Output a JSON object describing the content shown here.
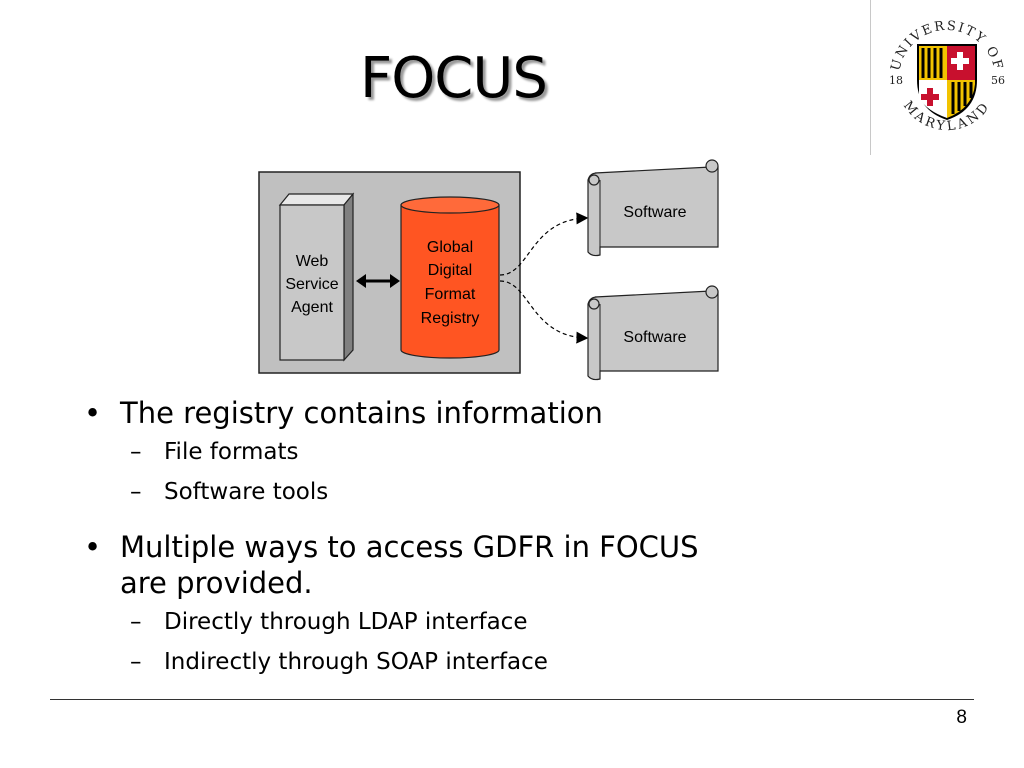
{
  "slide": {
    "title": "FOCUS",
    "page_number": "8"
  },
  "logo": {
    "text_top": "UNIVERSITY OF",
    "text_bottom": "MARYLAND",
    "year_left": "18",
    "year_right": "56",
    "colors": {
      "red": "#c8102e",
      "gold": "#f2c300",
      "black": "#000000"
    }
  },
  "diagram": {
    "agent_label": [
      "Web",
      "Service",
      "Agent"
    ],
    "registry_label": [
      "Global",
      "Digital",
      "Format",
      "Registry"
    ],
    "software_top": "Software",
    "software_bottom": "Software",
    "colors": {
      "panel": "#c0c0c0",
      "registry": "#ff5522",
      "scroll": "#c8c8c8"
    }
  },
  "content": {
    "bullet1": "The registry contains information",
    "bullet1_sub1": "File formats",
    "bullet1_sub2": "Software tools",
    "bullet2": "Multiple ways to access GDFR in FOCUS are provided.",
    "bullet2_sub1": "Directly through LDAP interface",
    "bullet2_sub2": "Indirectly through SOAP interface",
    "bullet_glyph": "•",
    "sub_glyph": "–"
  }
}
